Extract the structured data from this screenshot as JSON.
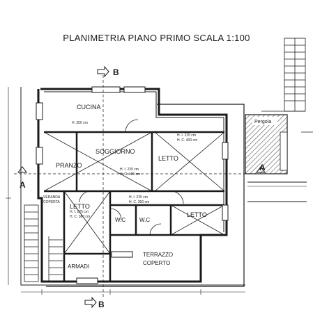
{
  "title": "PLANIMETRIA PIANO PRIMO SCALA 1:100",
  "section_marks": {
    "a_left": "A",
    "a_right": "A",
    "b_top": "B",
    "b_bottom": "B"
  },
  "rooms": {
    "cucina": {
      "name": "CUCINA",
      "height": "H. 350 cm"
    },
    "soggiorno": {
      "name": "SOGGIORNO",
      "heights": [
        "H. I. 225 cm",
        "H. C. 400 cm"
      ]
    },
    "pranzo": {
      "name": "PRANZO"
    },
    "letto1": {
      "name": "LETTO",
      "heights": [
        "H. I. 225 cm",
        "H. C. 400 cm"
      ]
    },
    "letto2": {
      "name": "LETTO",
      "heights": [
        "H. I. 225 cm",
        "H. C. 380 cm"
      ]
    },
    "letto3": {
      "name": "LETTO"
    },
    "wc1": {
      "name": "W.C"
    },
    "wc2": {
      "name": "W.C"
    },
    "armadi": {
      "name": "ARMADI"
    },
    "terrazzo": {
      "line1": "TERRAZZO",
      "line2": "COPERTO"
    },
    "veranda": {
      "line1": "VERANDA",
      "line2": "COPERTA"
    },
    "pergola": {
      "name": "Pergola"
    },
    "corridor": {
      "heights": [
        "H. I. 225 cm",
        "H. C. 350 cm"
      ]
    }
  },
  "colors": {
    "ink": "#1a1a1a",
    "hatch": "#555555",
    "paper": "#ffffff"
  }
}
